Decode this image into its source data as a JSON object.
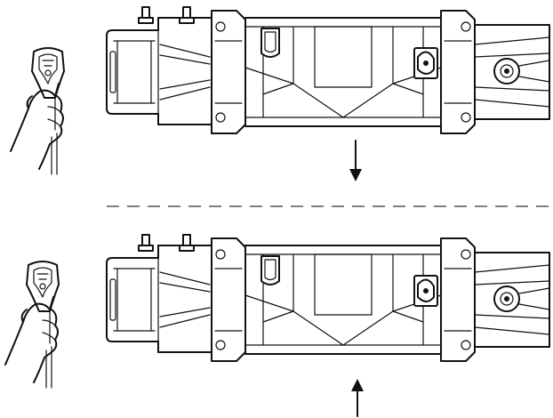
{
  "diagram": {
    "panels": [
      {
        "id": "top",
        "remote_action": "press-button",
        "drum_direction": "out"
      },
      {
        "id": "bottom",
        "remote_action": "press-button",
        "drum_direction": "in"
      }
    ],
    "arrows": [
      {
        "direction": "down"
      },
      {
        "direction": "up"
      }
    ],
    "divider_style": "dashed",
    "colors": {
      "line": "#111111",
      "background": "#ffffff"
    }
  }
}
